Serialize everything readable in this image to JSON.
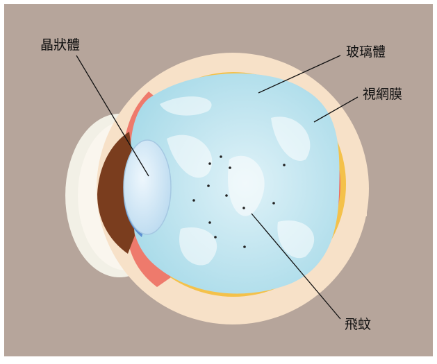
{
  "labels": {
    "lens": "晶狀體",
    "vitreous": "玻璃體",
    "retina": "視網膜",
    "floaters": "飛蚊"
  },
  "colors": {
    "background": "#b6a59b",
    "sclera": "#f7e1c8",
    "retina_red": "#ec6a62",
    "choroid_yellow": "#f4c14a",
    "vitreous_blue": "#bfe4ef",
    "iris_brown": "#7a3d1e",
    "lens_blue": "#c9e4f4",
    "optic_nerve": "#f4b21f",
    "label_text": "#111111",
    "pointer_line": "#111111"
  }
}
